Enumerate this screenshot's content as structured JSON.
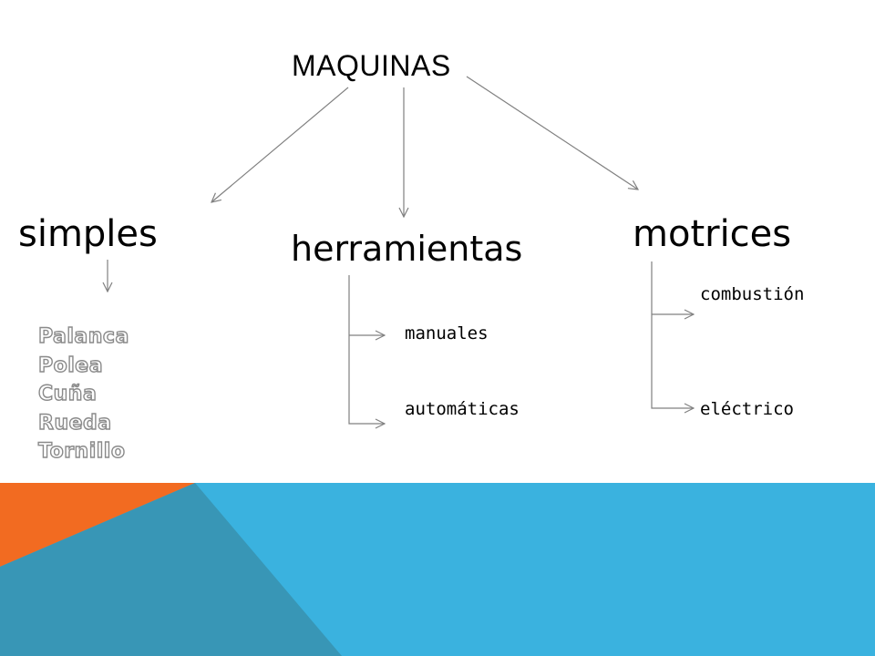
{
  "title": "MAQUINAS",
  "categories": {
    "simples": "simples",
    "herramientas": "herramientas",
    "motrices": "motrices"
  },
  "simples_items": [
    "Palanca",
    "Polea",
    "Cuña",
    "Rueda",
    "Tornillo"
  ],
  "herramientas_items": [
    "manuales",
    "automáticas"
  ],
  "motrices_items": [
    "combustión",
    "eléctrico"
  ],
  "colors": {
    "background": "#ffffff",
    "banner_blue": "#3ab2df",
    "banner_orange": "#f26b21",
    "banner_overlap": "#3896b6",
    "connector": "#808080",
    "outlined_text_stroke": "#8a8a8a"
  }
}
